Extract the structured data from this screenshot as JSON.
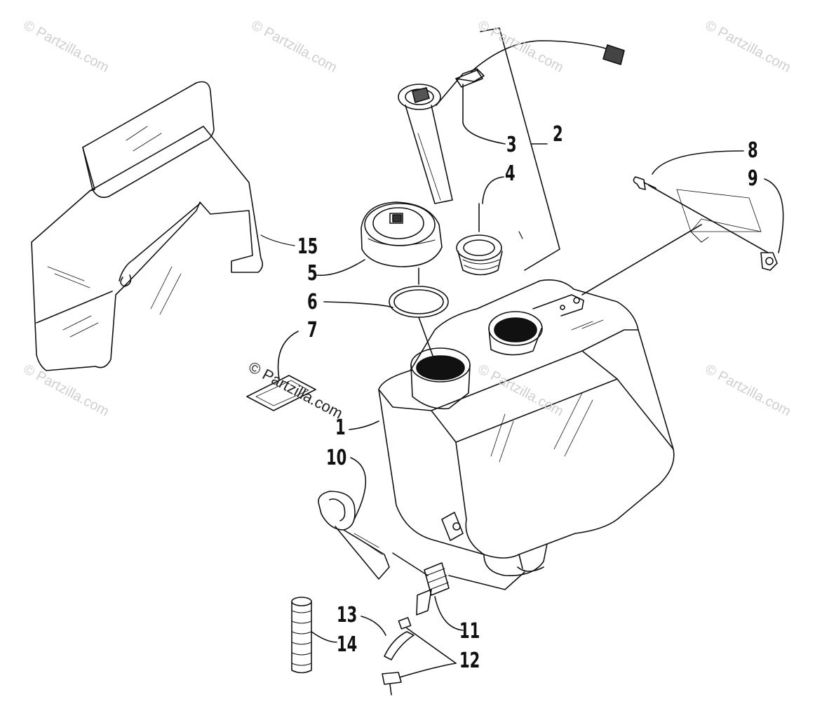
{
  "watermark": {
    "text": "© Partzilla.com",
    "center_text": "© Partzilla.com"
  },
  "callouts": [
    {
      "id": "c1",
      "label": "1"
    },
    {
      "id": "c2",
      "label": "2"
    },
    {
      "id": "c3",
      "label": "3"
    },
    {
      "id": "c4",
      "label": "4"
    },
    {
      "id": "c5",
      "label": "5"
    },
    {
      "id": "c6",
      "label": "6"
    },
    {
      "id": "c7",
      "label": "7"
    },
    {
      "id": "c8",
      "label": "8"
    },
    {
      "id": "c9",
      "label": "9"
    },
    {
      "id": "c10",
      "label": "10"
    },
    {
      "id": "c11",
      "label": "11"
    },
    {
      "id": "c12",
      "label": "12"
    },
    {
      "id": "c13",
      "label": "13"
    },
    {
      "id": "c14",
      "label": "14"
    },
    {
      "id": "c15",
      "label": "15"
    }
  ]
}
